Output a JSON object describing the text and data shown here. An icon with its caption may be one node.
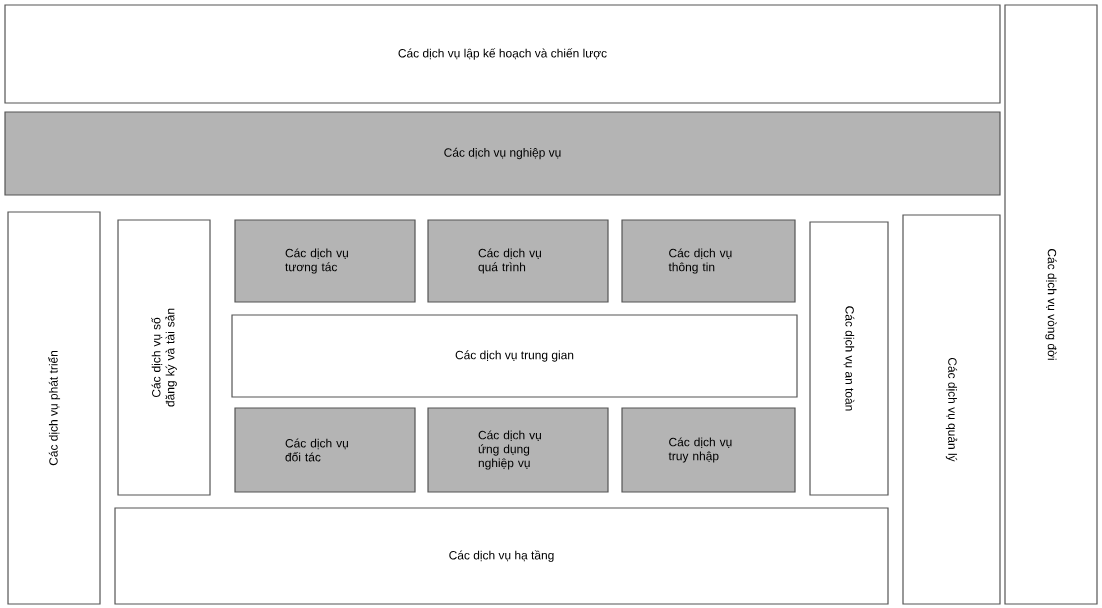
{
  "diagram": {
    "nodes": [
      {
        "text": [
          "Các dịch vụ lập kế hoạch và chiến lược"
        ]
      },
      {
        "text": [
          "Các dịch vụ nghiệp vụ"
        ]
      },
      {
        "text": [
          "Các dịch vụ vòng đời"
        ]
      },
      {
        "text": [
          "Các dịch vụ phát triển"
        ]
      },
      {
        "text": [
          "Các dịch vụ số đăng ký và tài sản"
        ]
      },
      {
        "text": [
          "Các dịch vụ tương tác"
        ]
      },
      {
        "text": [
          "Các dịch vụ quá trình"
        ]
      },
      {
        "text": [
          "Các dịch vụ thông tin"
        ]
      },
      {
        "text": [
          "Các dịch vụ trung gian"
        ]
      },
      {
        "text": [
          "Các dịch vụ đối tác"
        ]
      },
      {
        "text": [
          "Các dịch vụ ứng dụng nghiệp vụ"
        ]
      },
      {
        "text": [
          "Các dịch vụ truy nhập"
        ]
      },
      {
        "text": [
          "Các dịch vụ an toàn"
        ]
      },
      {
        "text": [
          "Các dịch vụ quản lý"
        ]
      },
      {
        "text": [
          "Các dịch vụ hạ tầng"
        ]
      }
    ]
  }
}
